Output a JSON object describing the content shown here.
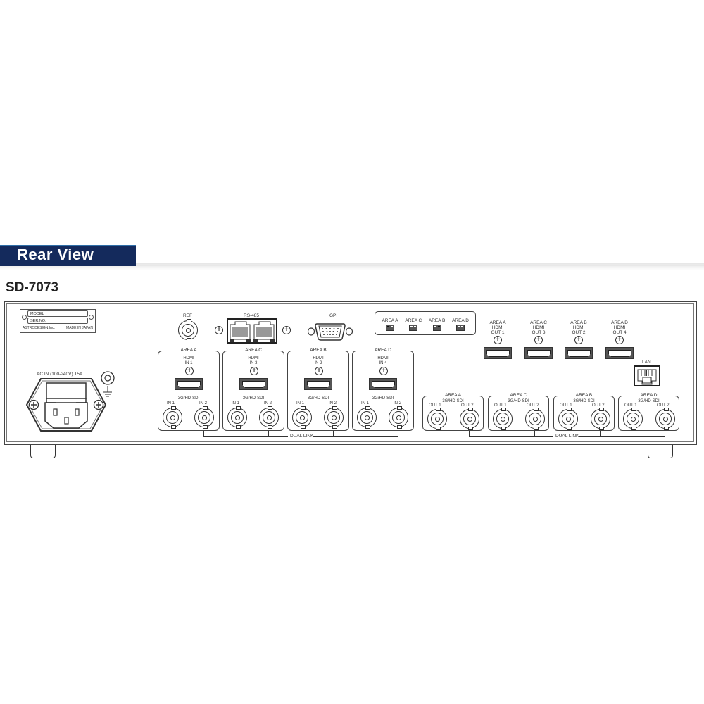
{
  "header": {
    "title": "Rear View",
    "bar_color": "#142a5c",
    "accent_color": "#2f6fa8"
  },
  "model": "SD-7073",
  "plate": {
    "model_label": "MODEL",
    "serial_label": "SER.NO.",
    "maker": "ASTRODESIGN,Inc.",
    "origin": "MADE IN JAPAN"
  },
  "power": {
    "ac_label": "AC IN (100-240V) T5A",
    "ground_icon": "ground-icon"
  },
  "top_ports": {
    "ref": "REF",
    "rs485": "RS-485",
    "gpi": "GPI"
  },
  "dip_switches": [
    {
      "label": "AREA A",
      "on": [
        0
      ]
    },
    {
      "label": "AREA C",
      "on": [
        2
      ]
    },
    {
      "label": "AREA B",
      "on": [
        1
      ]
    },
    {
      "label": "AREA D",
      "on": [
        3
      ]
    }
  ],
  "hdmi_inputs": [
    {
      "area": "AREA A",
      "type": "HDMI",
      "port": "IN 1",
      "sdi": "3G/HD-SDI",
      "sdi_in1": "IN 1",
      "sdi_in2": "IN 2"
    },
    {
      "area": "AREA C",
      "type": "HDMI",
      "port": "IN 3",
      "sdi": "3G/HD-SDI",
      "sdi_in1": "IN 1",
      "sdi_in2": "IN 2"
    },
    {
      "area": "AREA B",
      "type": "HDMI",
      "port": "IN 2",
      "sdi": "3G/HD-SDI",
      "sdi_in1": "IN 1",
      "sdi_in2": "IN 2"
    },
    {
      "area": "AREA D",
      "type": "HDMI",
      "port": "IN 4",
      "sdi": "3G/HD-SDI",
      "sdi_in1": "IN 1",
      "sdi_in2": "IN 2"
    }
  ],
  "hdmi_outputs": [
    {
      "area": "AREA A",
      "type": "HDMI",
      "port": "OUT 1"
    },
    {
      "area": "AREA C",
      "type": "HDMI",
      "port": "OUT 3"
    },
    {
      "area": "AREA B",
      "type": "HDMI",
      "port": "OUT 2"
    },
    {
      "area": "AREA D",
      "type": "HDMI",
      "port": "OUT 4"
    }
  ],
  "lan": "LAN",
  "sdi_outputs": [
    {
      "area": "AREA A",
      "sdi": "3G/HD-SDI",
      "out1": "OUT 1",
      "out2": "OUT 2"
    },
    {
      "area": "AREA C",
      "sdi": "3G/HD-SDI",
      "out1": "OUT 1",
      "out2": "OUT 2"
    },
    {
      "area": "AREA B",
      "sdi": "3G/HD-SDI",
      "out1": "OUT 1",
      "out2": "OUT 2"
    },
    {
      "area": "AREA D",
      "sdi": "3G/HD-SDI",
      "out1": "OUT 1",
      "out2": "OUT 2"
    }
  ],
  "dual_link_in": "DUAL LINK",
  "dual_link_out": "DUAL LINK"
}
